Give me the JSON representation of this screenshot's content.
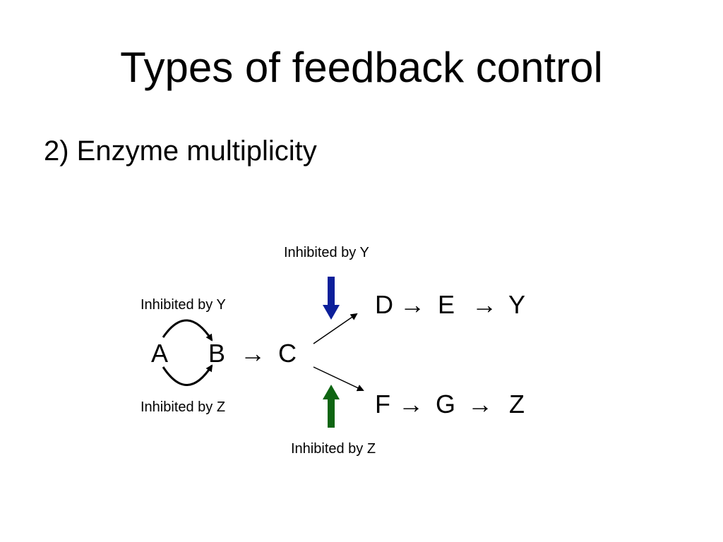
{
  "slide": {
    "title": "Types of feedback control",
    "subtitle": "2) Enzyme multiplicity"
  },
  "diagram": {
    "labels": {
      "top_right": "Inhibited by Y",
      "top_left": "Inhibited by Y",
      "bottom_left": "Inhibited by Z",
      "bottom_right": "Inhibited by Z"
    },
    "nodes": {
      "a": "A",
      "b": "B",
      "c": "C",
      "d": "D",
      "e": "E",
      "y": "Y",
      "f": "F",
      "g": "G",
      "z": "Z"
    },
    "arrows": {
      "symbol": "→"
    },
    "colors": {
      "inhibitor_y": "#0c1f9a",
      "inhibitor_z": "#0e6512",
      "line": "#000000"
    }
  }
}
